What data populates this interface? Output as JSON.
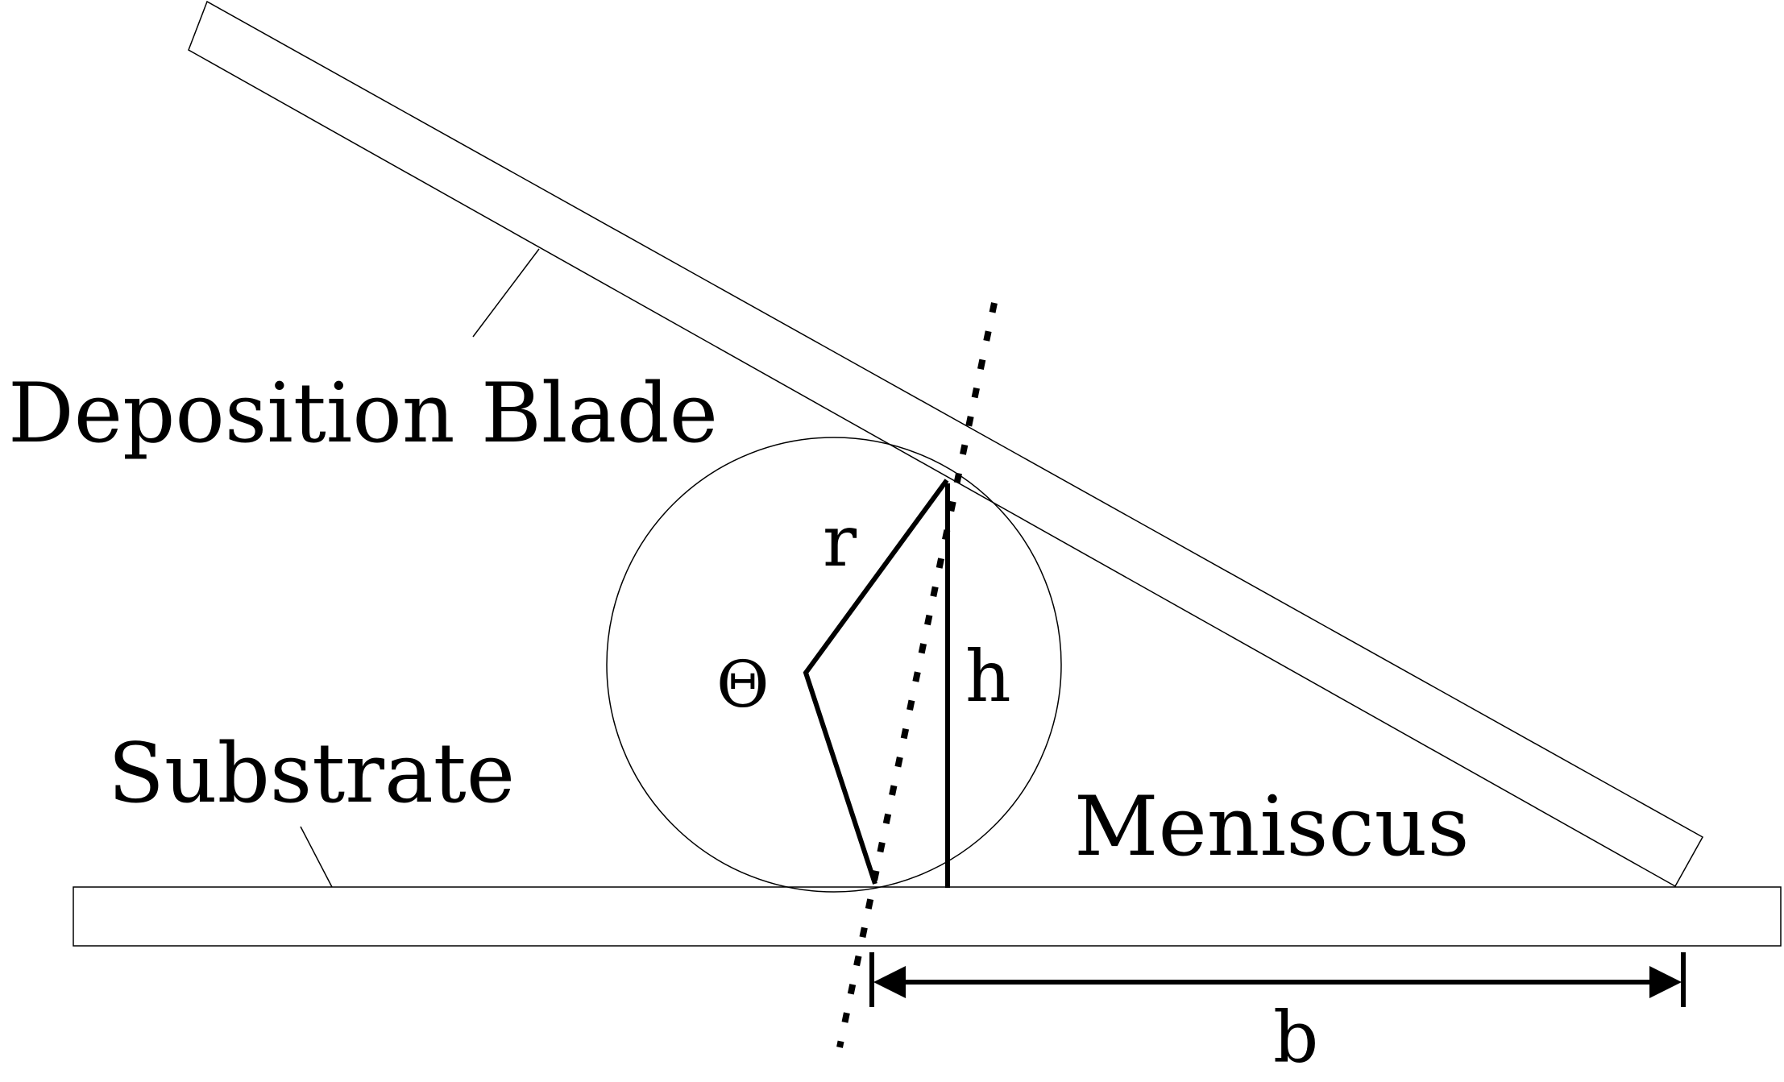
{
  "labels": {
    "blade": "Deposition Blade",
    "substrate": "Substrate",
    "meniscus": "Meniscus",
    "radius": "r",
    "height": "h",
    "angle": "Θ",
    "width": "b"
  }
}
